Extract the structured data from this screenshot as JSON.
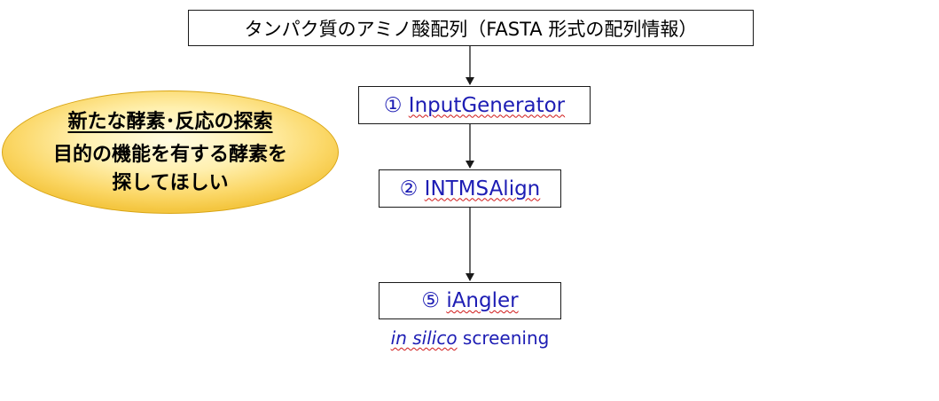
{
  "header": {
    "input_label": "タンパク質のアミノ酸配列（FASTA 形式の配列情報）"
  },
  "steps": [
    {
      "marker": "①",
      "name": "InputGenerator"
    },
    {
      "marker": "②",
      "name": "INTMSAlign"
    },
    {
      "marker": "⑤",
      "name": "iAngler"
    }
  ],
  "caption": {
    "italic_part": "in silico",
    "rest": "screening"
  },
  "callout": {
    "title": "新たな酵素･反応の探索",
    "line1": "目的の機能を有する酵素を",
    "line2": "探してほしい"
  },
  "colors": {
    "step_text": "#1d1db4",
    "box_border": "#1a1a1a",
    "callout_fill": "#fbd766",
    "callout_border": "#d9a514",
    "spellcheck_underline": "#d01818"
  }
}
